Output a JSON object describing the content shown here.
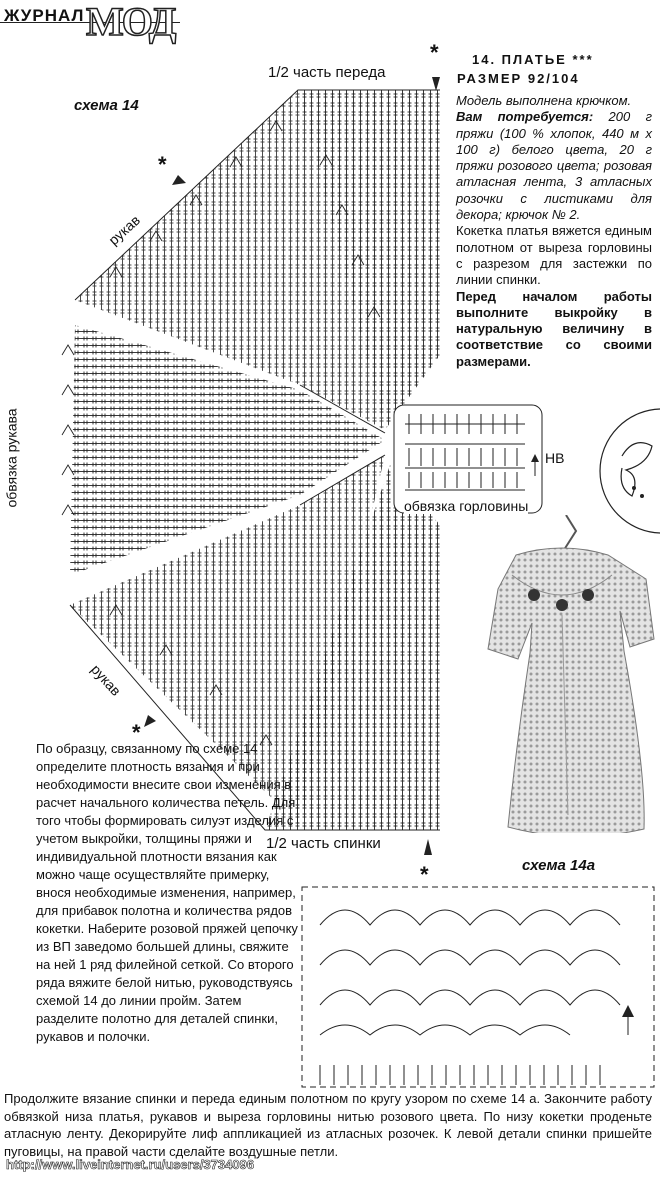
{
  "header": {
    "journal": "ЖУРНАЛ",
    "mod": "МОД"
  },
  "scheme14": {
    "title": "схема 14",
    "front_half": "1/2 часть переда",
    "back_half": "1/2 часть спинки",
    "sleeve_top": "рукав",
    "sleeve_bottom": "рукав",
    "sleeve_edging": "обвязка рукава",
    "star": "*"
  },
  "article": {
    "title": "14. ПЛАТЬЕ ***",
    "size": "РАЗМЕР 92/104",
    "model": "Модель выполнена крючком.",
    "need_label": "Вам потребуется:",
    "need_text": "200 г пряжи (100 % хлопок, 440 м x 100 г) белого цвета, 20 г пряжи розового цвета; розовая атласная лента, 3 атласных розочки с листиками для декора; крючок № 2.",
    "p1": "Кокетка платья вяжется единым полотном от выреза горловины с разрезом для застежки по линии спинки.",
    "p2": "Перед началом работы выполните выкройку в натуральную величину в соответствие со своими размерами."
  },
  "neck_chart": {
    "label": "обвязка горловины",
    "nb": "НВ"
  },
  "scheme14a": {
    "title": "схема 14a"
  },
  "left_text": "По образцу, связанному по схеме 14 определите плотность вязания и при необходимости внесите свои изменения в расчет начального количества петель. Для того чтобы формировать силуэт изделия с учетом выкройки, толщины пряжи и индивидуальной плотности вязания как можно чаще осуществляйте примерку, внося необходимые изменения, например, для прибавок полотна и количества рядов кокетки. Наберите розовой пряжей цепочку из ВП заведомо большей длины, свяжите на ней 1 ряд филейной сеткой. Со второго ряда вяжите белой нитью, руководствуясь схемой 14 до линии пройм. Затем разделите полотно для деталей спинки, рукавов и полочки.",
  "bottom_text": "Продолжите вязание спинки и переда единым полотном по кругу узором по схеме 14 а. Закончите работу обвязкой низа платья, рукавов и выреза горловины нитью розового цвета. По низу кокетки проденьте атласную ленту. Декорируйте лиф аппликацией из атласных розочек. К левой детали спинки пришейте пуговицы, на правой части сделайте воздушные петли.",
  "watermark": "http://www.liveinternet.ru/users/3734096"
}
